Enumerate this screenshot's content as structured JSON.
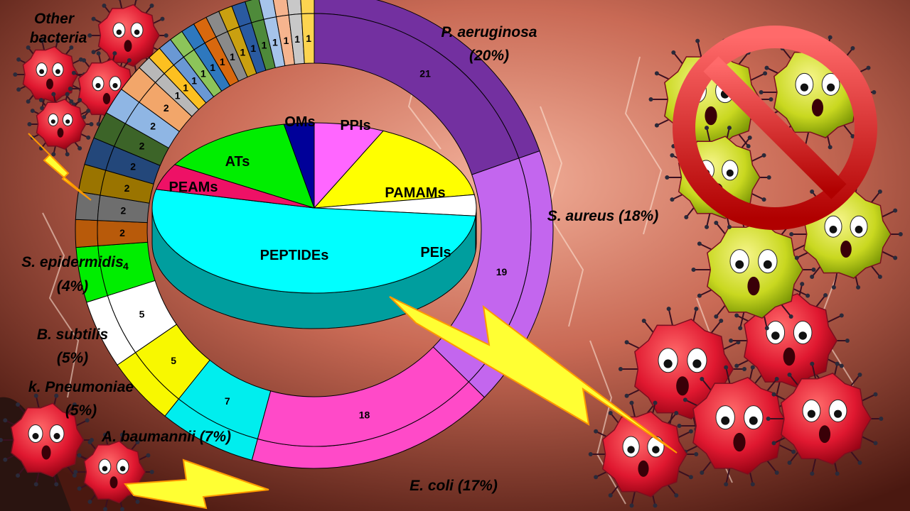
{
  "chart_data": [
    {
      "type": "pie",
      "chart_style": "donut, two concentric rings",
      "segments": [
        {
          "value": 21,
          "color": "#7330a0"
        },
        {
          "value": 19,
          "color": "#c366ee"
        },
        {
          "value": 18,
          "color": "#ff4ac8"
        },
        {
          "value": 7,
          "color": "#00eeee"
        },
        {
          "value": 5,
          "color": "#f8f800"
        },
        {
          "value": 5,
          "color": "#ffffff"
        },
        {
          "value": 4,
          "color": "#00ee00"
        },
        {
          "value": 2,
          "color": "#b85a0a"
        },
        {
          "value": 2,
          "color": "#6e6e6e"
        },
        {
          "value": 2,
          "color": "#9a7400"
        },
        {
          "value": 2,
          "color": "#23477a"
        },
        {
          "value": 2,
          "color": "#3c6428"
        },
        {
          "value": 2,
          "color": "#8fb6e4"
        },
        {
          "value": 2,
          "color": "#f2a66a"
        },
        {
          "value": 1,
          "color": "#b8b8b8"
        },
        {
          "value": 1,
          "color": "#fcc020"
        },
        {
          "value": 1,
          "color": "#6a98d4"
        },
        {
          "value": 1,
          "color": "#8cc45a"
        },
        {
          "value": 1,
          "color": "#2e78be"
        },
        {
          "value": 1,
          "color": "#d8680e"
        },
        {
          "value": 1,
          "color": "#8a8a8a"
        },
        {
          "value": 1,
          "color": "#caa010"
        },
        {
          "value": 1,
          "color": "#2a5aa0"
        },
        {
          "value": 1,
          "color": "#4e8a3a"
        },
        {
          "value": 1,
          "color": "#a6c4ea"
        },
        {
          "value": 1,
          "color": "#f6b48e"
        },
        {
          "value": 1,
          "color": "#c8c8c8"
        },
        {
          "value": 1,
          "color": "#fcd450"
        }
      ],
      "category_labels": [
        {
          "text": "P. aeruginosa"
        },
        {
          "text": "(20%)"
        },
        {
          "text": "S. aureus (18%)"
        },
        {
          "text": "E. coli (17%)"
        },
        {
          "text": "A. baumannii (7%)"
        },
        {
          "text": "k. Pneumoniae"
        },
        {
          "text": "(5%)"
        },
        {
          "text": "B. subtilis"
        },
        {
          "text": "(5%)"
        },
        {
          "text": "S. epidermidis"
        },
        {
          "text": "(4%)"
        },
        {
          "text": "Other"
        },
        {
          "text": "bacteria"
        }
      ]
    },
    {
      "type": "pie",
      "chart_style": "3d",
      "slices": [
        {
          "label": "PPIs",
          "value": 0.07,
          "color": "#ff66ff"
        },
        {
          "label": "PAMAMs",
          "value": 0.155,
          "color": "#ffff00"
        },
        {
          "label": "PEIs",
          "value": 0.04,
          "color": "#ffffff"
        },
        {
          "label": "PEPTIDEs",
          "value": 0.52,
          "color": "#00ffff"
        },
        {
          "label": "PEAMs",
          "value": 0.05,
          "color": "#ee1166"
        },
        {
          "label": "ATs",
          "value": 0.135,
          "color": "#00ee00"
        },
        {
          "label": "OMs",
          "value": 0.03,
          "color": "#000099"
        }
      ]
    }
  ]
}
